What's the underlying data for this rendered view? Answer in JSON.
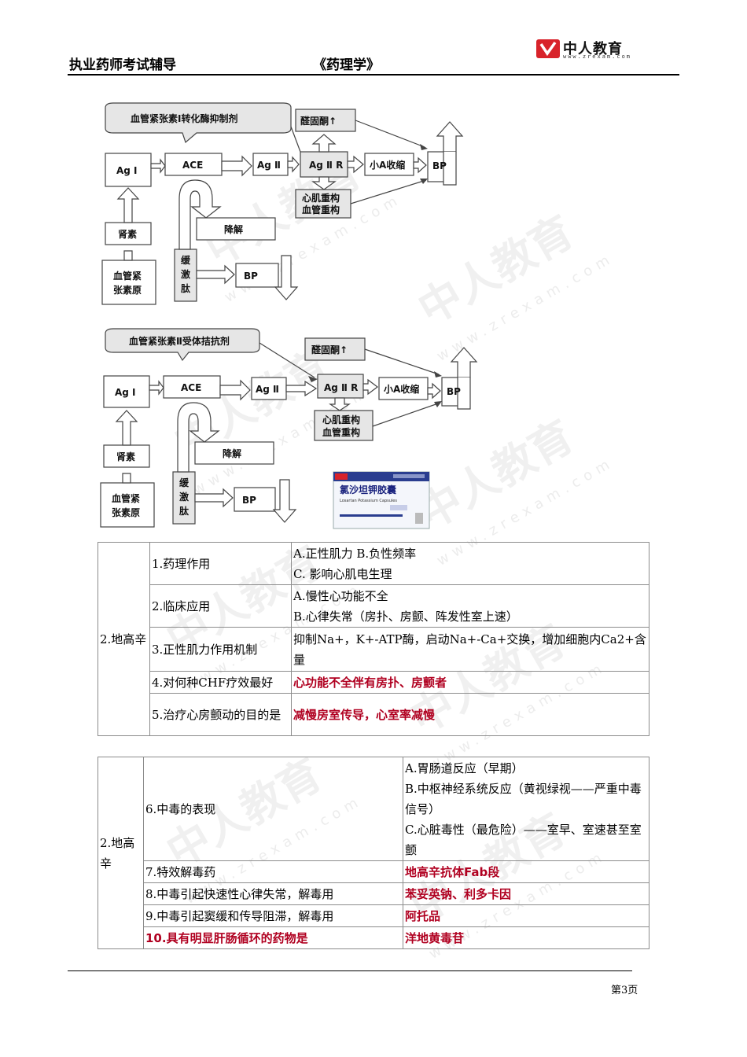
{
  "header": {
    "left_title": "执业药师考试辅导",
    "book_title": "《药理学》",
    "logo_name": "中人教育",
    "logo_url": "www.zrexam.com"
  },
  "watermark": {
    "text": "中人教育",
    "url": "www.zrexam.com"
  },
  "diagram1": {
    "callout": "血管紧张素Ⅰ转化酶抑制剂",
    "aldosterone": "醛固酮↑",
    "ag1": "Ag Ⅰ",
    "ace": "ACE",
    "ag2": "Ag Ⅱ",
    "ag2r": "Ag Ⅱ R",
    "vasoconstriction": "小A收缩",
    "bp": "BP",
    "remodel_line1": "心肌重构",
    "remodel_line2": "血管重构",
    "renin": "肾素",
    "degradation": "降解",
    "angiotensinogen_line1": "血管紧",
    "angiotensinogen_line2": "张素原",
    "bradykinin_line1": "缓",
    "bradykinin_line2": "激",
    "bradykinin_line3": "肽",
    "bp_down": "BP"
  },
  "diagram2": {
    "callout": "血管紧张素Ⅱ受体拮抗剂",
    "aldosterone": "醛固酮↑",
    "ag1": "Ag Ⅰ",
    "ace": "ACE",
    "ag2": "Ag Ⅱ",
    "ag2r": "Ag Ⅱ R",
    "vasoconstriction": "小A收缩",
    "bp": "BP",
    "remodel_line1": "心肌重构",
    "remodel_line2": "血管重构",
    "renin": "肾素",
    "degradation": "降解",
    "angiotensinogen_line1": "血管紧",
    "angiotensinogen_line2": "张素原",
    "bradykinin_line1": "缓",
    "bradykinin_line2": "激",
    "bradykinin_line3": "肽",
    "bp_down": "BP",
    "drug_box_name": "氯沙坦钾胶囊",
    "drug_box_english": "Losartan Potassium Capsules"
  },
  "table1": {
    "drug": "2.地高辛",
    "rows": [
      {
        "item": "1.药理作用",
        "lines": [
          "A.正性肌力  B.负性频率",
          "C.  影响心肌电生理"
        ]
      },
      {
        "item": "2.临床应用",
        "lines": [
          "A.慢性心功能不全",
          "B.心律失常（房扑、房颤、阵发性室上速）"
        ]
      },
      {
        "item": "3.正性肌力作用机制",
        "lines": [
          "抑制Na+，K+-ATP酶，启动Na+-Ca+交换，增加细胞内Ca2+含量"
        ]
      },
      {
        "item": "4.对何种CHF疗效最好",
        "answer": "心功能不全伴有房扑、房颤者"
      },
      {
        "item": "5.治疗心房颤动的目的是",
        "answer": "减慢房室传导，心室率减慢"
      }
    ]
  },
  "table2": {
    "drug": "2.地高辛",
    "rows": [
      {
        "item": "6.中毒的表现",
        "lines": [
          "A.胃肠道反应（早期）",
          "B.中枢神经系统反应（黄视绿视——严重中毒信号）",
          "C.心脏毒性（最危险）——室早、室速甚至室颤"
        ]
      },
      {
        "item": "7.特效解毒药",
        "answer": "地高辛抗体Fab段"
      },
      {
        "item": "8.中毒引起快速性心律失常，解毒用",
        "answer": "苯妥英钠、利多卡因"
      },
      {
        "item": "9.中毒引起窦缓和传导阻滞，解毒用",
        "answer": "阿托品"
      },
      {
        "item": "10.具有明显肝肠循环的药物是",
        "answer": "洋地黄毒苷"
      }
    ]
  },
  "footer": {
    "page": "第3页"
  },
  "colors": {
    "answer_red": "#b00020",
    "logo_red": "#d8232a",
    "box_gray": "#e6e6e6"
  }
}
